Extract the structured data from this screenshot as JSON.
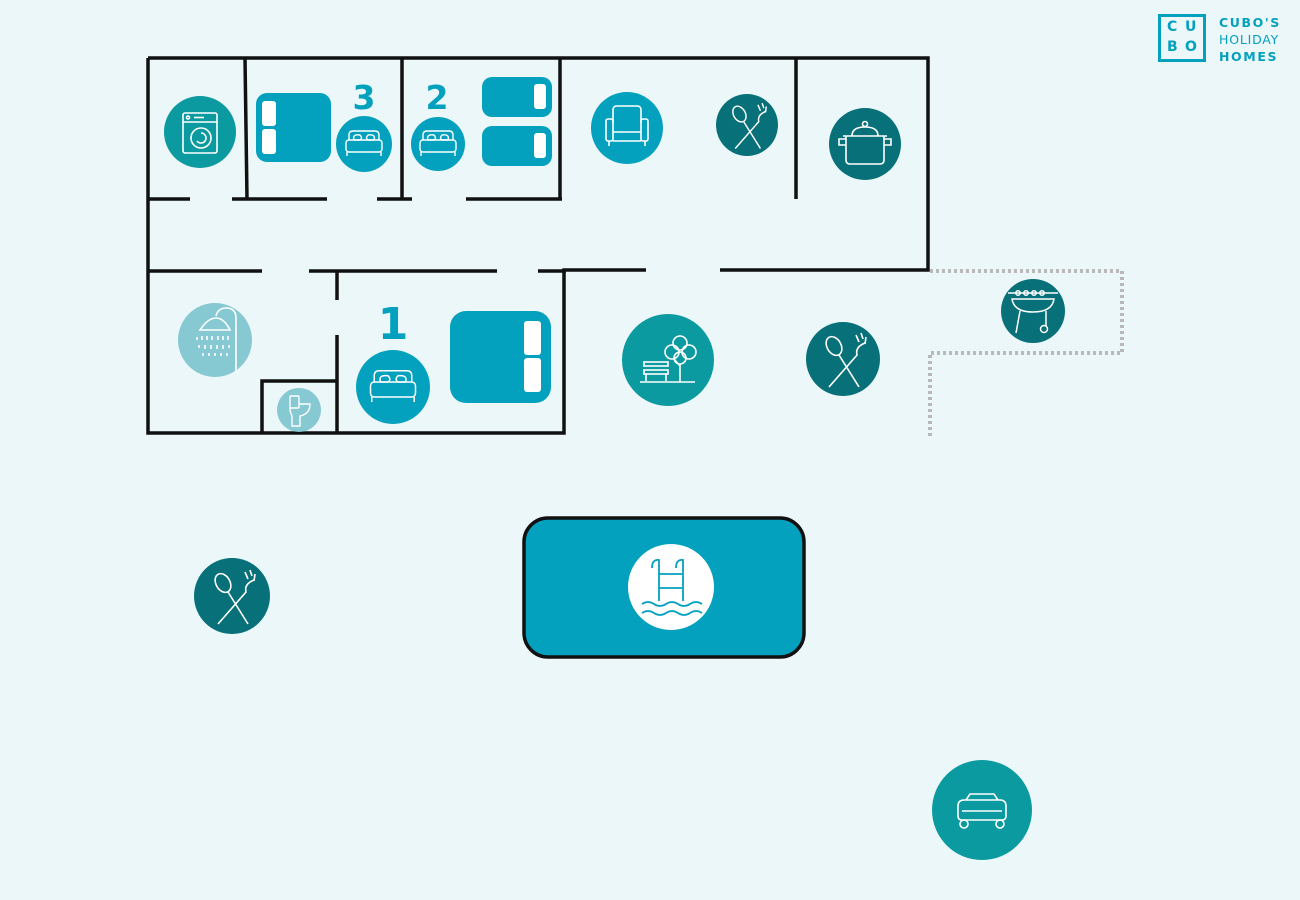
{
  "brand": {
    "logo_letters": [
      "C",
      "U",
      "B",
      "O"
    ],
    "name_line1": "CUBO'S",
    "name_line2": "HOLIDAY",
    "name_line3": "HOMES"
  },
  "rooms": {
    "bedroom_3_number": "3",
    "bedroom_2_number": "2",
    "bedroom_1_number": "1"
  },
  "colors": {
    "background": "#ebf7f9",
    "blue": "#04a1bf",
    "teal": "#0b9aa0",
    "dark_teal": "#087079",
    "light_blue": "#86c9d3",
    "walls": "#111111",
    "dotted_area": "#b9b9b9"
  },
  "icons": {
    "washing_machine": "washing-machine-icon",
    "double_bed": "double-bed-icon",
    "single_bed": "single-bed-icon",
    "sofa": "sofa-icon",
    "dining": "cutlery-icon",
    "kitchen": "cooking-pot-icon",
    "shower": "shower-icon",
    "toilet": "toilet-icon",
    "garden": "garden-icon",
    "barbecue": "barbecue-icon",
    "pool": "pool-icon",
    "parking": "car-icon"
  }
}
